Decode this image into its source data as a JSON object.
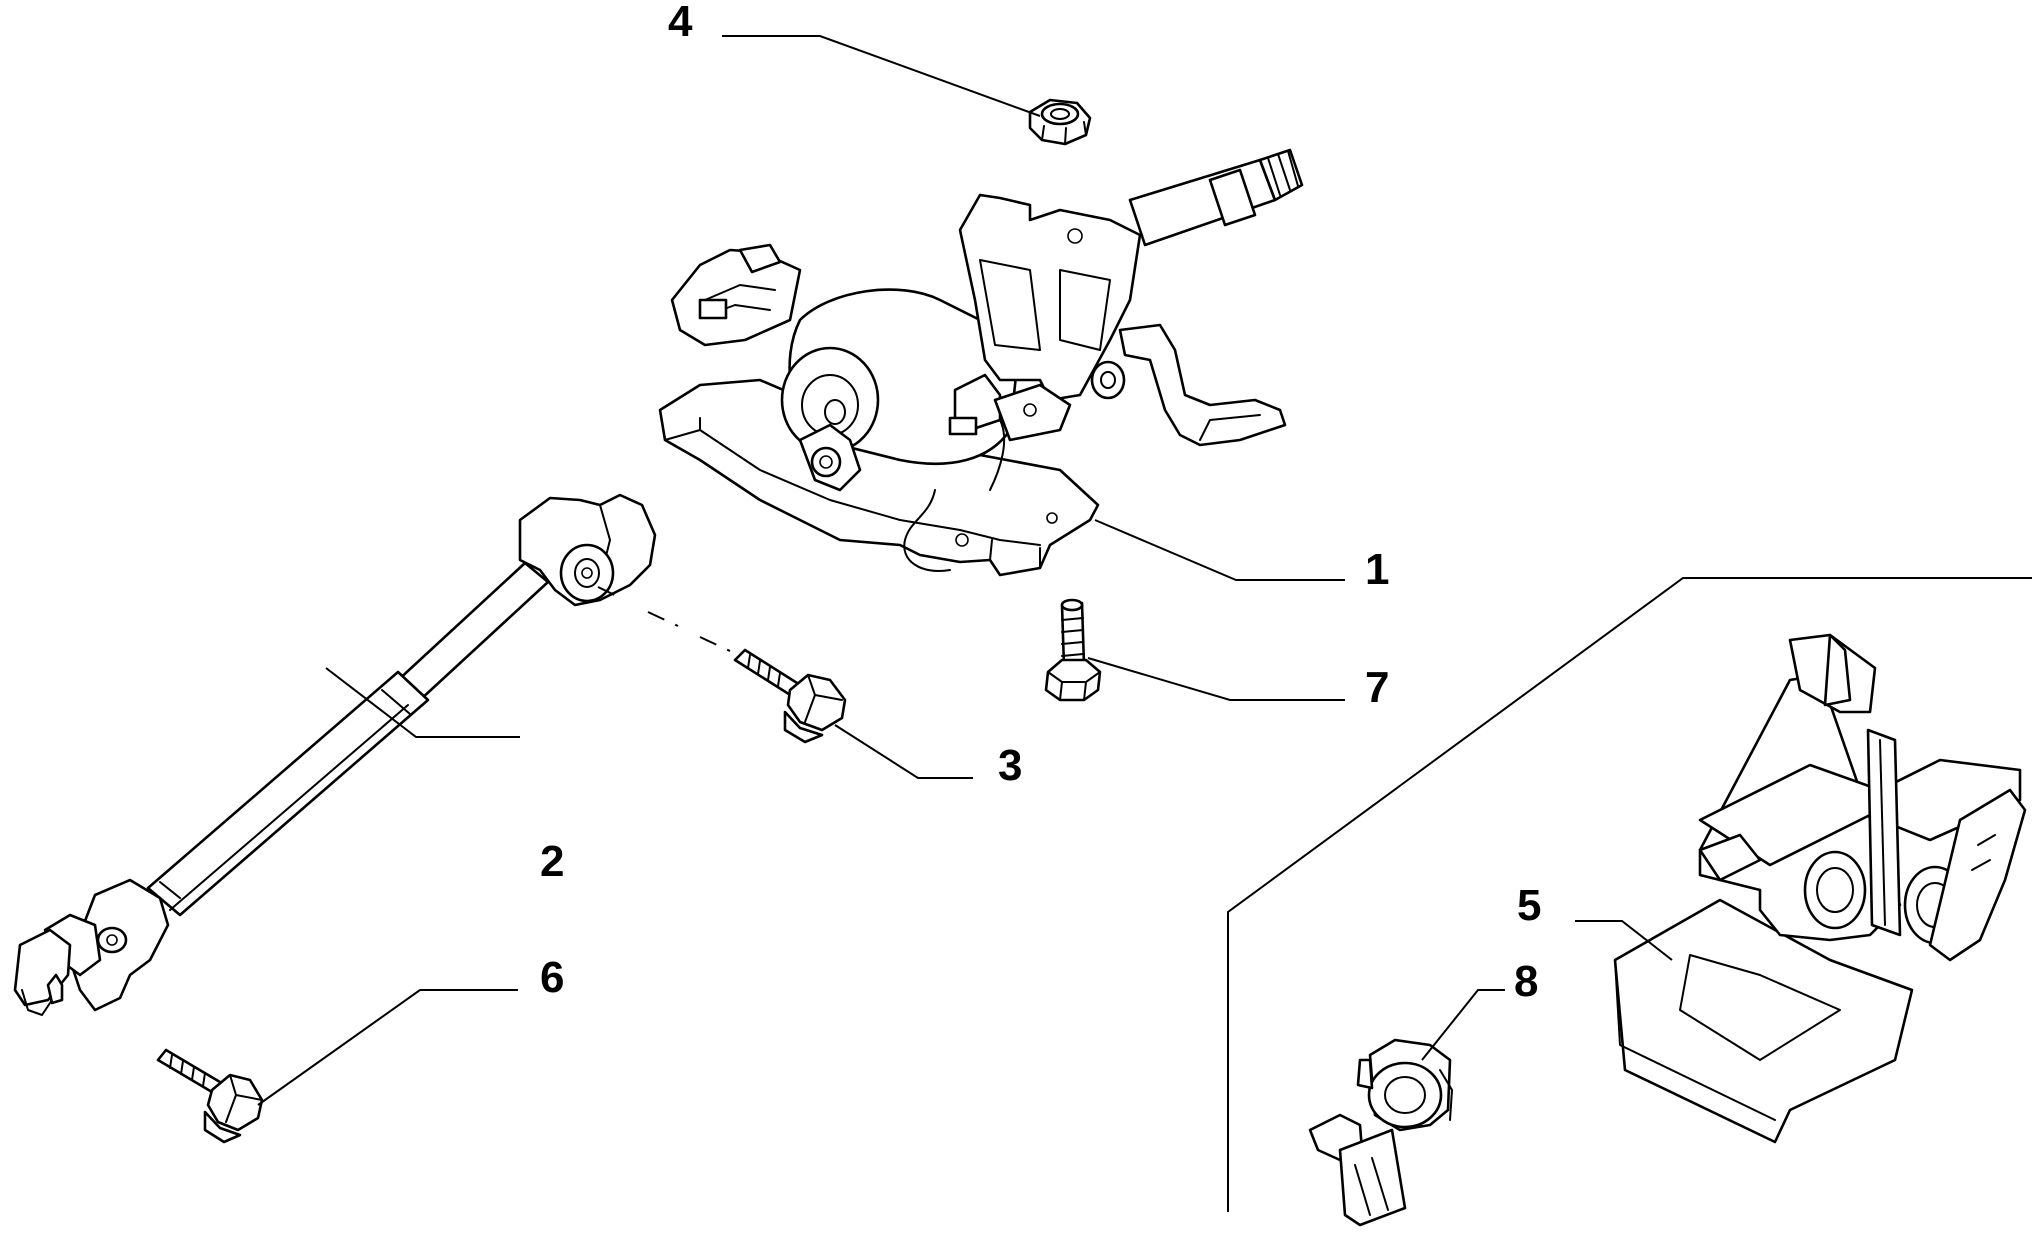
{
  "callouts": {
    "c1": "1",
    "c2": "2",
    "c3": "3",
    "c4": "4",
    "c5": "5",
    "c6": "6",
    "c7": "7",
    "c8": "8"
  },
  "parts": [
    {
      "callout": "1",
      "icon": "steering-column-assembly-icon"
    },
    {
      "callout": "2",
      "icon": "intermediate-shaft-icon"
    },
    {
      "callout": "3",
      "icon": "bolt-icon"
    },
    {
      "callout": "4",
      "icon": "hex-nut-icon"
    },
    {
      "callout": "5",
      "icon": "column-shroud-bracket-icon"
    },
    {
      "callout": "6",
      "icon": "bolt-icon"
    },
    {
      "callout": "7",
      "icon": "bolt-icon"
    },
    {
      "callout": "8",
      "icon": "clip-icon"
    }
  ],
  "colors": {
    "line": "#000000",
    "background": "#ffffff"
  }
}
